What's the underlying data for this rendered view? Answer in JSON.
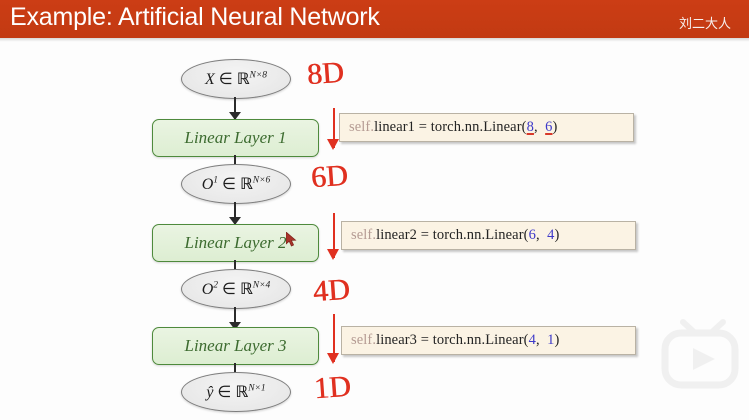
{
  "header": {
    "title": "Example: Artificial Neural Network",
    "author": "刘二大人",
    "bar_color": "#c93b14",
    "text_color": "#ffffff"
  },
  "diagram": {
    "nodes": [
      {
        "id": "input",
        "type": "ellipse",
        "var": "X",
        "sup": "",
        "set": "∈",
        "field": "ℝ",
        "dims": "N×8"
      },
      {
        "id": "o1",
        "type": "ellipse",
        "var": "O",
        "sup": "1",
        "set": "∈",
        "field": "ℝ",
        "dims": "N×6"
      },
      {
        "id": "o2",
        "type": "ellipse",
        "var": "O",
        "sup": "2",
        "set": "∈",
        "field": "ℝ",
        "dims": "N×4"
      },
      {
        "id": "output",
        "type": "ellipse",
        "var": "ŷ",
        "sup": "",
        "set": "∈",
        "field": "ℝ",
        "dims": "N×1"
      }
    ],
    "layers": [
      {
        "id": "layer1",
        "label": "Linear Layer 1"
      },
      {
        "id": "layer2",
        "label": "Linear Layer 2"
      },
      {
        "id": "layer3",
        "label": "Linear Layer 3"
      }
    ],
    "node_fill": "#ececec",
    "node_stroke": "#7d7d7d",
    "layer_fill": "#e3f0da",
    "layer_stroke": "#4e8a3c",
    "layer_text_color": "#3c6b2f"
  },
  "code_boxes": [
    {
      "id": "code1",
      "self": "self.",
      "attr": "linear1",
      "eq": " = ",
      "call": "torch.nn.Linear",
      "open": "(",
      "arg_in": "8",
      "comma": ",",
      "arg_out": "6",
      "close": ")",
      "underlined": true,
      "full_text": "self.linear1 = torch.nn.Linear(8, 6)"
    },
    {
      "id": "code2",
      "self": "self.",
      "attr": "linear2",
      "eq": " = ",
      "call": "torch.nn.Linear",
      "open": "(",
      "arg_in": "6",
      "comma": ",",
      "arg_out": "4",
      "close": ")",
      "underlined": false,
      "full_text": "self.linear2 = torch.nn.Linear(6, 4)"
    },
    {
      "id": "code3",
      "self": "self.",
      "attr": "linear3",
      "eq": " = ",
      "call": "torch.nn.Linear",
      "open": "(",
      "arg_in": "4",
      "comma": ",",
      "arg_out": "1",
      "close": ")",
      "underlined": false,
      "full_text": "self.linear3 = torch.nn.Linear(4, 1)"
    }
  ],
  "annotations": [
    {
      "id": "ann8d",
      "text": "8D"
    },
    {
      "id": "ann6d",
      "text": "6D"
    },
    {
      "id": "ann4d",
      "text": "4D"
    },
    {
      "id": "ann1d",
      "text": "1D"
    }
  ],
  "colors": {
    "marker_red": "#e03020",
    "code_bg": "#fbf3e4",
    "code_keyword": "#b59b93",
    "code_number": "#3d39c9",
    "underline_red": "#d8392a"
  }
}
